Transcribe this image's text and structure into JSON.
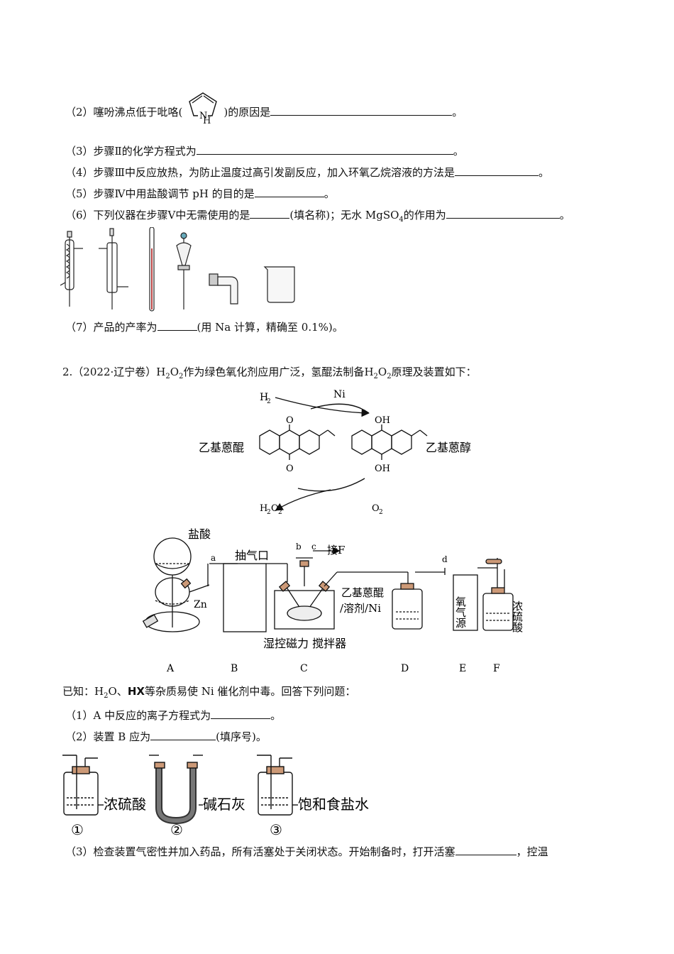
{
  "q1": {
    "p2_pre": "（2）噻吩沸点低于吡咯(",
    "p2_post": ")的原因是",
    "p2_end": "。",
    "pyrrole_h": "N",
    "pyrrole_hh": "H",
    "p3": "（3）步骤Ⅱ的化学方程式为",
    "p3_end": "。",
    "p4": "（4）步骤Ⅲ中反应放热，为防止温度过高引发副反应，加入环氧乙烷溶液的方法是",
    "p4_end": "。",
    "p5": "（5）步骤Ⅳ中用盐酸调节 pH 的目的是",
    "p5_end": "。",
    "p6": "（6）下列仪器在步骤Ⅴ中无需使用的是",
    "p6_mid": "(填名称)；无水 MgSO",
    "p6_sub": "4",
    "p6_mid2": "的作用为",
    "p6_end": "。",
    "p7": "（7）产品的产率为",
    "p7_end": "(用 Na 计算，精确至 0.1%)。"
  },
  "q2": {
    "intro_a": "2.（2022·辽宁卷）",
    "intro_b": "作为绿色氧化剂应用广泛，氢醌法制备",
    "intro_c": "原理及装置如下：",
    "h2o2": "H",
    "scheme": {
      "h2": "H",
      "ni": "Ni",
      "left_name": "乙基蒽醌",
      "right_name": "乙基蒽醇",
      "o_top": "O",
      "o_bot": "O",
      "oh_top": "OH",
      "oh_bot": "OH",
      "h2o2": "H",
      "o2": "O"
    },
    "apparatus": {
      "hcl": "盐酸",
      "a": "a",
      "zn": "Zn",
      "vent": "抽气口",
      "b": "b",
      "c": "c",
      "to_f": "接F",
      "reagent1": "乙基蒽醌",
      "reagent2": "/溶剂/Ni",
      "d": "d",
      "e_label": "氧气源",
      "f_label": "浓硫酸",
      "stirrer": "湿控磁力 搅拌器",
      "letters": [
        "A",
        "B",
        "C",
        "D",
        "E",
        "F"
      ]
    },
    "known_a": "已知：",
    "known_b": "、",
    "known_hx": "HX",
    "known_c": "等杂质易使 Ni 催化剂中毒。回答下列问题：",
    "p1": "（1）A 中反应的离子方程式为",
    "p1_end": "。",
    "p2": "（2）装置 B 应为",
    "p2_end": "(填序号)。",
    "opts": [
      {
        "label": "浓硫酸",
        "num": "①"
      },
      {
        "label": "碱石灰",
        "num": "②"
      },
      {
        "label": "饱和食盐水",
        "num": "③"
      }
    ],
    "p3": "（3）检查装置气密性并加入药品，所有活塞处于关闭状态。开始制备时，打开活塞",
    "p3_end": "，控温"
  }
}
